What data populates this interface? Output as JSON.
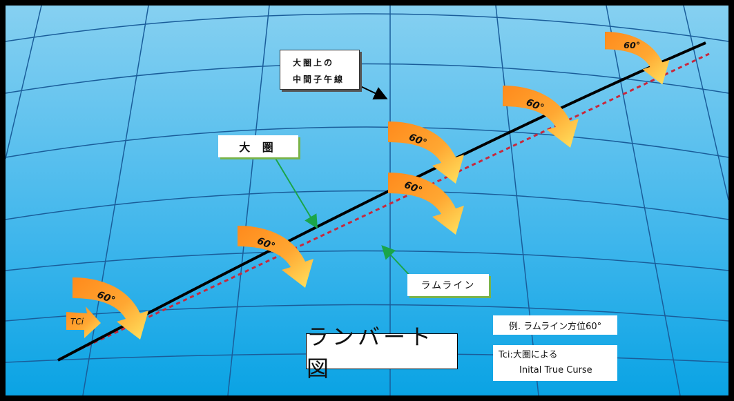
{
  "diagram": {
    "title": "ランバート図",
    "great_circle_label": "大 圏",
    "meridian_label": [
      "大圏上の",
      "中間子午線"
    ],
    "rhumb_line_label": "ラムライン",
    "angle_label": "60°",
    "tci_label": "TCi",
    "example_label": "例. ラムライン方位60°",
    "tci_note": [
      "Tci:大圏による",
      "Inital True Curse"
    ],
    "colors": {
      "sky_top": "#7fcdf0",
      "sky_bottom": "#10a8e6",
      "grid": "#1a5d9a",
      "great_circle": "#000000",
      "rhumb_line": "#c8283c",
      "pointer_green": "#1aa54a",
      "arrow_light": "#ffe45a",
      "arrow_dark": "#ff8c1e"
    }
  }
}
